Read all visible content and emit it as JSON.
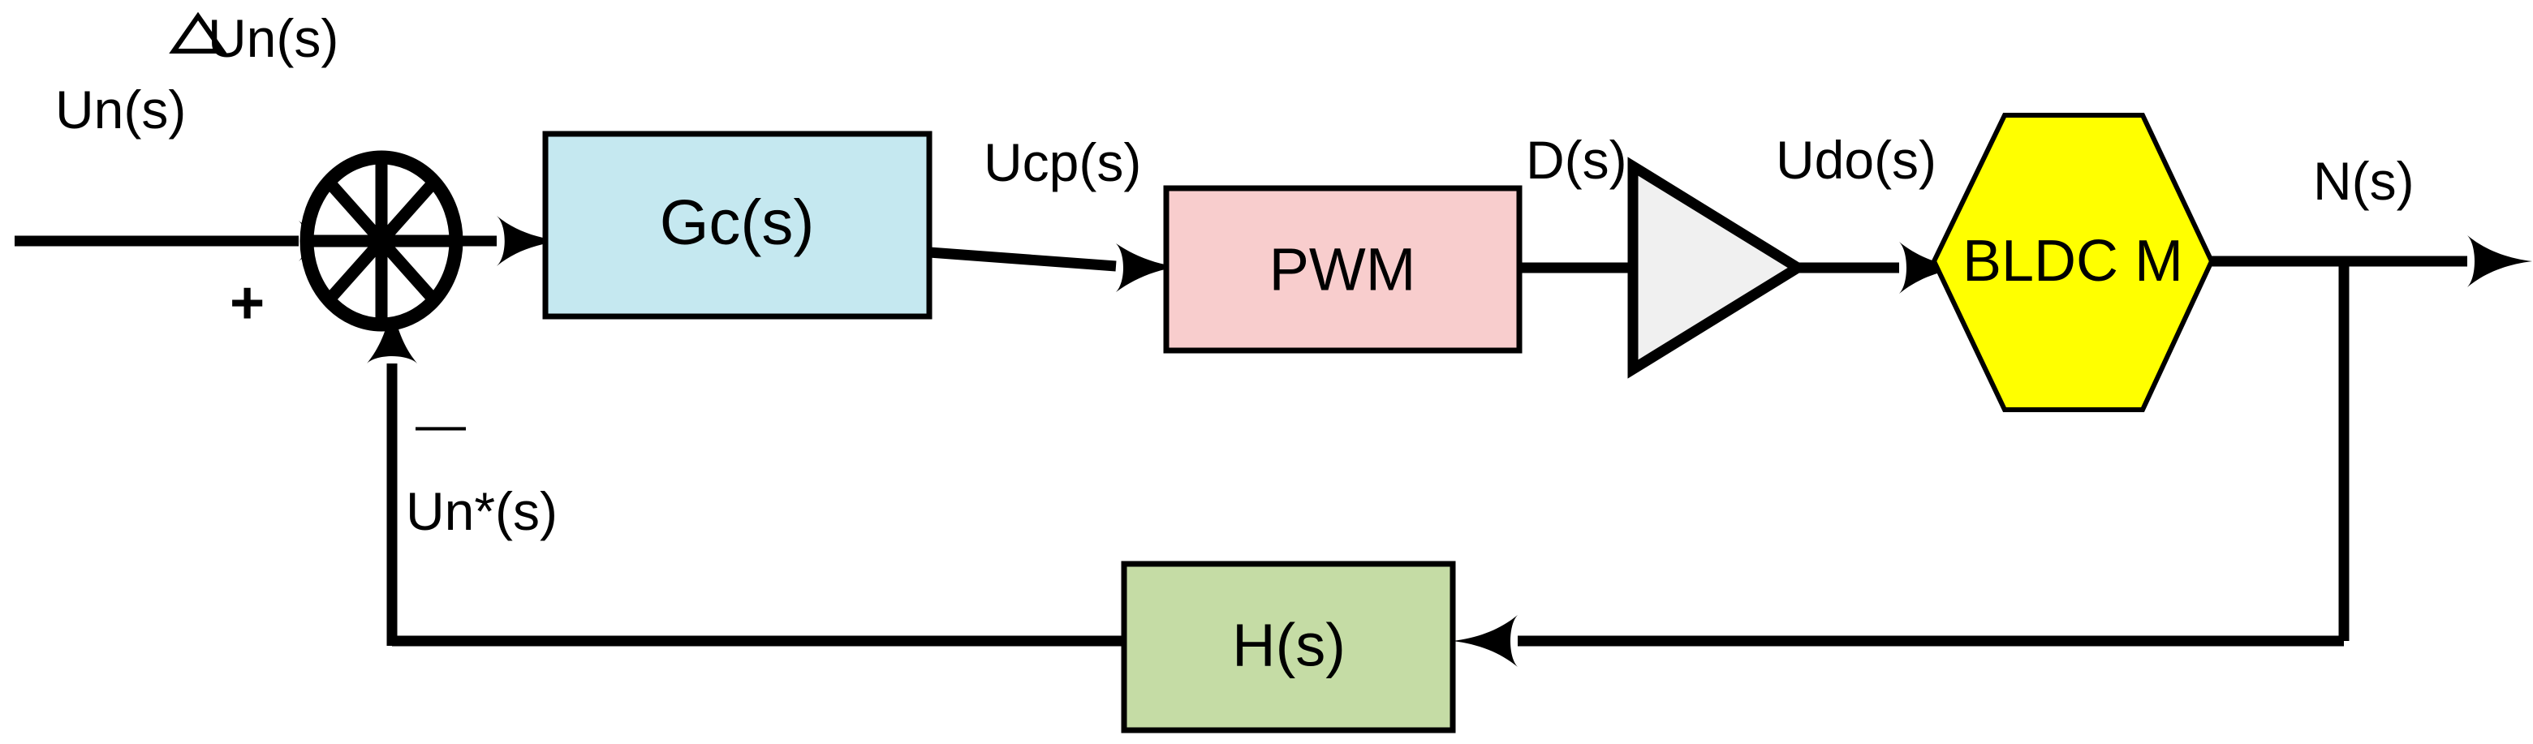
{
  "diagram": {
    "title": "BLDC motor speed closed-loop control block diagram",
    "type": "control-system-block-diagram",
    "colors": {
      "controller_fill": "#c5e8f0",
      "pwm_fill": "#f8cdcd",
      "amplifier_fill": "#f0f0f0",
      "motor_fill": "#ffff00",
      "feedback_fill": "#c5dca5",
      "line": "#000000",
      "text": "#000000",
      "background": "#ffffff"
    },
    "blocks": [
      {
        "id": "summing-junction",
        "shape": "circle-with-spokes",
        "label": "",
        "fill": "#ffffff"
      },
      {
        "id": "controller",
        "shape": "rectangle",
        "label": "Gc(s)",
        "fill": "#c5e8f0"
      },
      {
        "id": "pwm",
        "shape": "rectangle",
        "label": "PWM",
        "fill": "#f8cdcd"
      },
      {
        "id": "amplifier",
        "shape": "triangle",
        "label": "",
        "fill": "#f0f0f0"
      },
      {
        "id": "motor",
        "shape": "hexagon",
        "label": "BLDC M",
        "fill": "#ffff00"
      },
      {
        "id": "feedback",
        "shape": "rectangle",
        "label": "H(s)",
        "fill": "#c5dca5"
      }
    ],
    "signals": [
      {
        "id": "input",
        "label": "Un(s)"
      },
      {
        "id": "error",
        "label": "Un(s)",
        "prefix": "△"
      },
      {
        "id": "controller-out",
        "label": "Ucp(s)"
      },
      {
        "id": "pwm-out",
        "label": "D(s)"
      },
      {
        "id": "amplifier-out",
        "label": "Udo(s)"
      },
      {
        "id": "output",
        "label": "N(s)"
      },
      {
        "id": "feedback-signal",
        "label": "Un*(s)"
      }
    ],
    "signs": {
      "positive": "+",
      "negative": "—"
    }
  }
}
